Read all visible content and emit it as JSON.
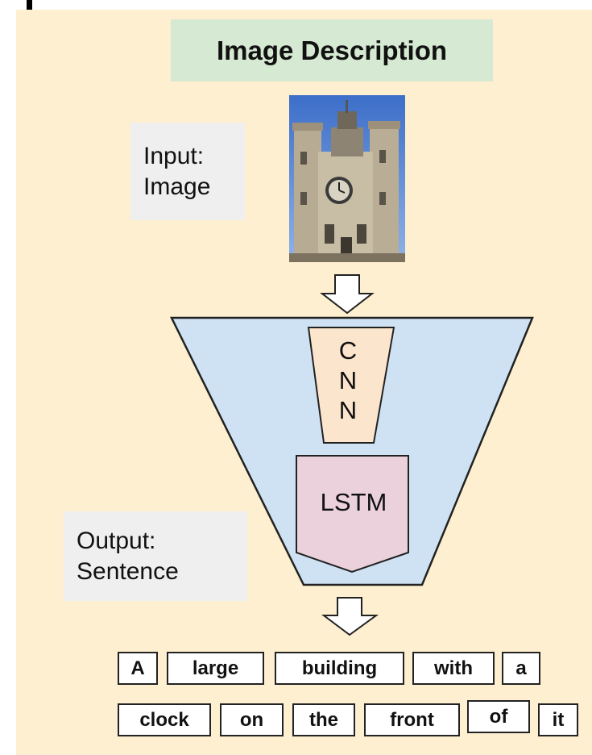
{
  "title": "Image Description",
  "input_label": {
    "line1": "Input:",
    "line2": "Image"
  },
  "output_label": {
    "line1": "Output:",
    "line2": "Sentence"
  },
  "cnn": {
    "letters": [
      "C",
      "N",
      "N"
    ]
  },
  "lstm": {
    "label": "LSTM"
  },
  "sentence": {
    "row1": [
      "A",
      "large",
      "building",
      "with",
      "a"
    ],
    "row2": [
      "clock",
      "on",
      "the",
      "front",
      "of",
      "it"
    ]
  },
  "colors": {
    "background": "#fdefcf",
    "title_fill": "#d6e9d2",
    "label_fill": "#efefef",
    "funnel_fill": "#cfe2f3",
    "cnn_fill": "#fce5cd",
    "lstm_fill": "#ead1dc"
  },
  "icons": {
    "arrow": "down-arrow-icon",
    "photo": "clock-tower-photo"
  }
}
